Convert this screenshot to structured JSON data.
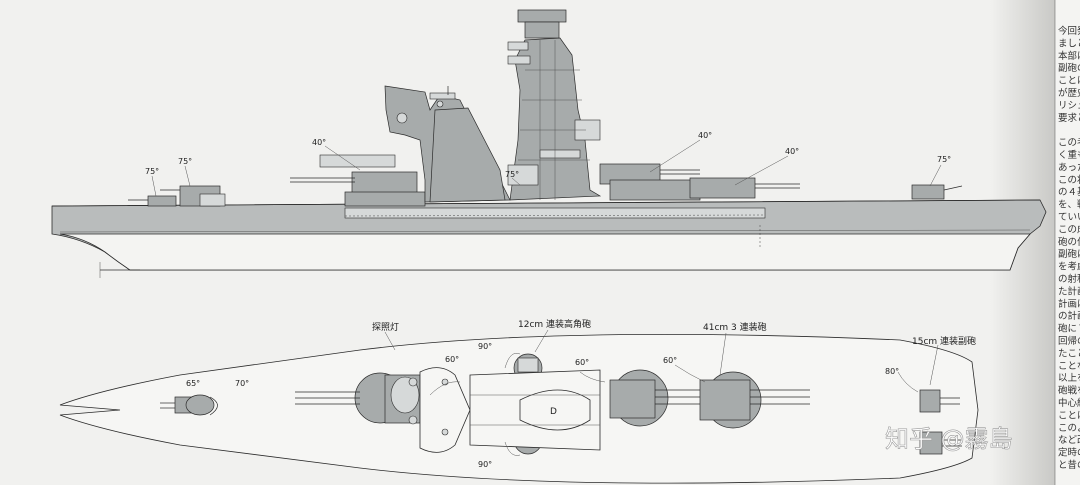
{
  "side_view": {
    "elevations": {
      "stern_secondary": "75°",
      "aft_secondary": "75°",
      "aft_main": "40°",
      "tower_secondary": "75°",
      "fwd_main_1": "40°",
      "fwd_main_2": "40°",
      "bow_secondary": "75°"
    }
  },
  "plan_view": {
    "labels": {
      "searchlight": "探照灯",
      "aa_gun": "12cm 連装高角砲",
      "main_gun": "41cm 3 連装砲",
      "secondary_gun": "15cm 連装副砲"
    },
    "arcs": {
      "stern_a": "65°",
      "stern_b": "70°",
      "aft_turret": "60°",
      "aa_top": "90°",
      "aa_bottom": "90°",
      "mid_turret": "60°",
      "fwd_turret": "60°",
      "bow_secondary": "80°"
    },
    "center_mark": "D"
  },
  "side_page_text": [
    "今回発",
    "ましとは",
    "本部は",
    "副砲の",
    "ことは",
    "が歴史",
    "リシュ",
    "要求と",
    "",
    "この考",
    "く重も",
    "あった",
    "この状",
    "の４基",
    "を、戦",
    "ていい",
    "この成",
    "砲の位",
    "副砲に",
    "を考慮",
    "の射程",
    "た計画",
    "計画は",
    "の計画",
    "砲に７",
    "回帰の",
    "たこと",
    "ことな",
    "以上を",
    "砲戦を",
    "中心線",
    "ことは",
    "このよ",
    "など改",
    "定時の",
    "と昔の"
  ],
  "watermark": "知乎 @霧島"
}
